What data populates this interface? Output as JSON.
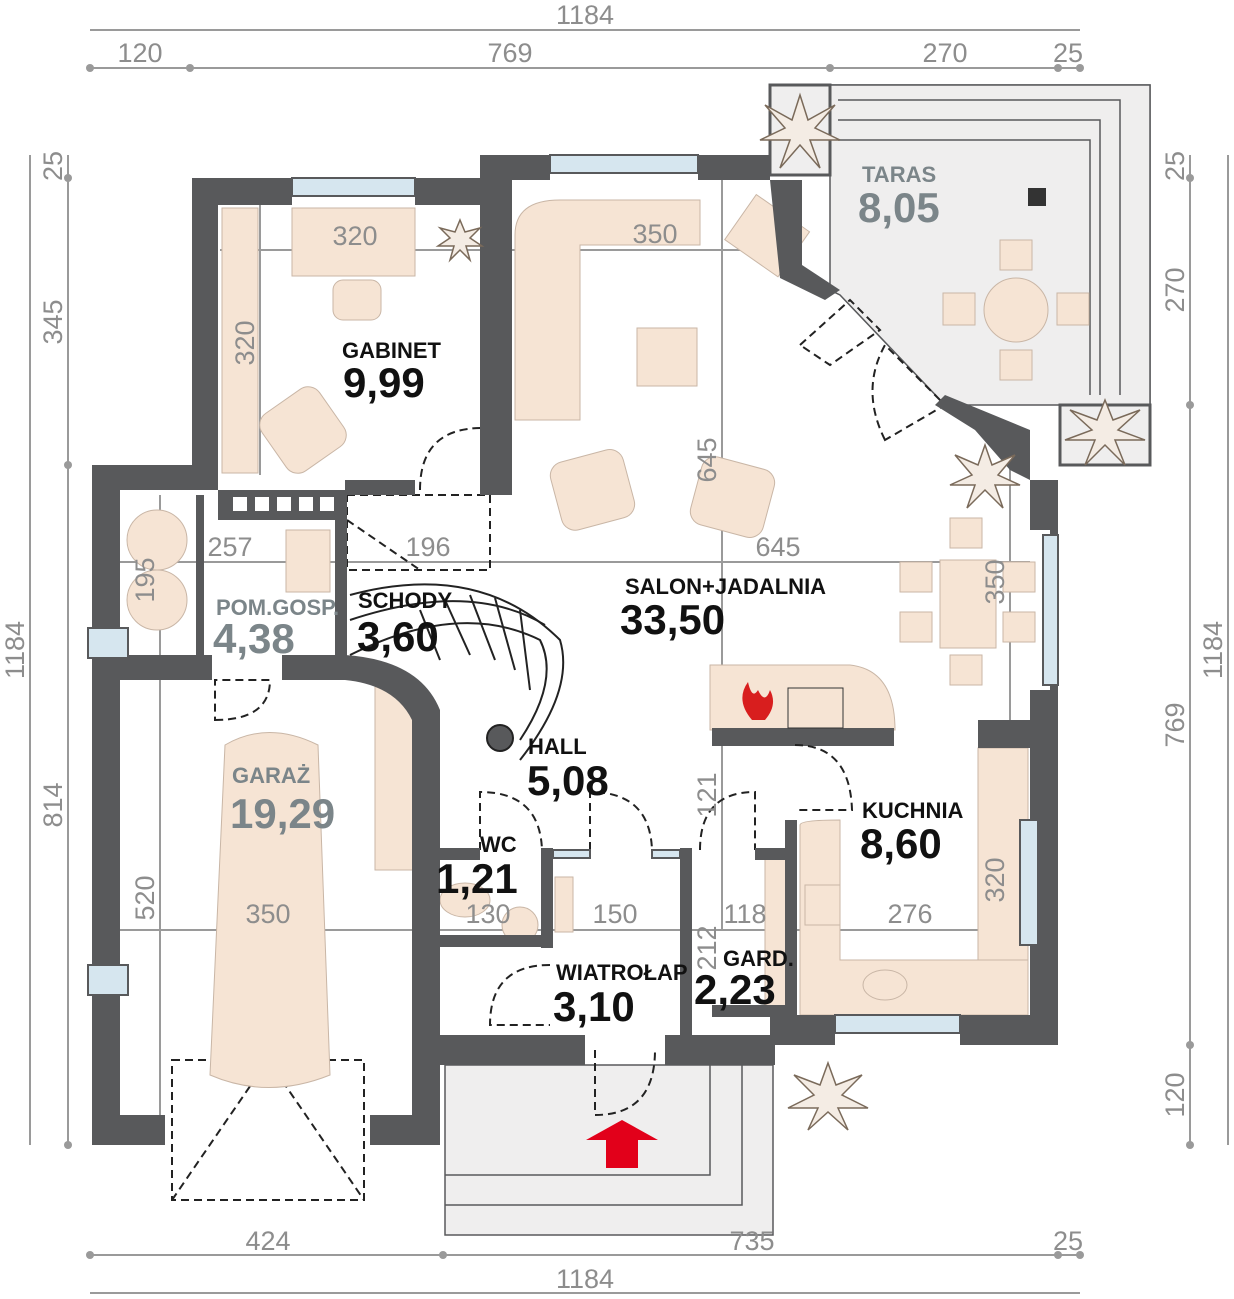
{
  "plan": {
    "rooms": [
      {
        "name": "GABINET",
        "area": "9,99"
      },
      {
        "name": "SALON+JADALNIA",
        "area": "33,50"
      },
      {
        "name": "TARAS",
        "area": "8,05"
      },
      {
        "name": "POM.GOSP.",
        "area": "4,38"
      },
      {
        "name": "SCHODY",
        "area": "3,60"
      },
      {
        "name": "HALL",
        "area": "5,08"
      },
      {
        "name": "GARAŻ",
        "area": "19,29"
      },
      {
        "name": "WC",
        "area": "1,21"
      },
      {
        "name": "KUCHNIA",
        "area": "8,60"
      },
      {
        "name": "WIATROŁAP",
        "area": "3,10"
      },
      {
        "name": "GARD.",
        "area": "2,23"
      }
    ],
    "outer_dims": {
      "top_total": "1184",
      "top_a": "120",
      "top_b": "769",
      "top_c": "270",
      "top_d": "25",
      "bottom_total": "1184",
      "bottom_a": "424",
      "bottom_b": "735",
      "bottom_c": "25",
      "left_total": "1184",
      "left_a": "25",
      "left_b": "345",
      "left_c": "814",
      "right_total": "1184",
      "right_a": "25",
      "right_b": "270",
      "right_c": "769",
      "right_d": "120"
    },
    "inner_dims": {
      "gabinet_w": "320",
      "gabinet_h": "320",
      "salon_w": "350",
      "salon_h": "645",
      "salon_w2": "645",
      "pom_w": "257",
      "pom_h": "195",
      "schody_w": "196",
      "jadalnia_h": "350",
      "garage_w": "350",
      "garage_h": "520",
      "wc_w": "130",
      "wiatrolap_w": "150",
      "gard_w": "118",
      "gard_h": "212",
      "hall_h": "121",
      "kuchnia_w": "276",
      "kuchnia_h": "320"
    },
    "colors": {
      "wall": "#58595b",
      "furniture": "#f6e4d4",
      "entry_arrow": "#e2001a",
      "terrace": "#efeeee"
    }
  }
}
